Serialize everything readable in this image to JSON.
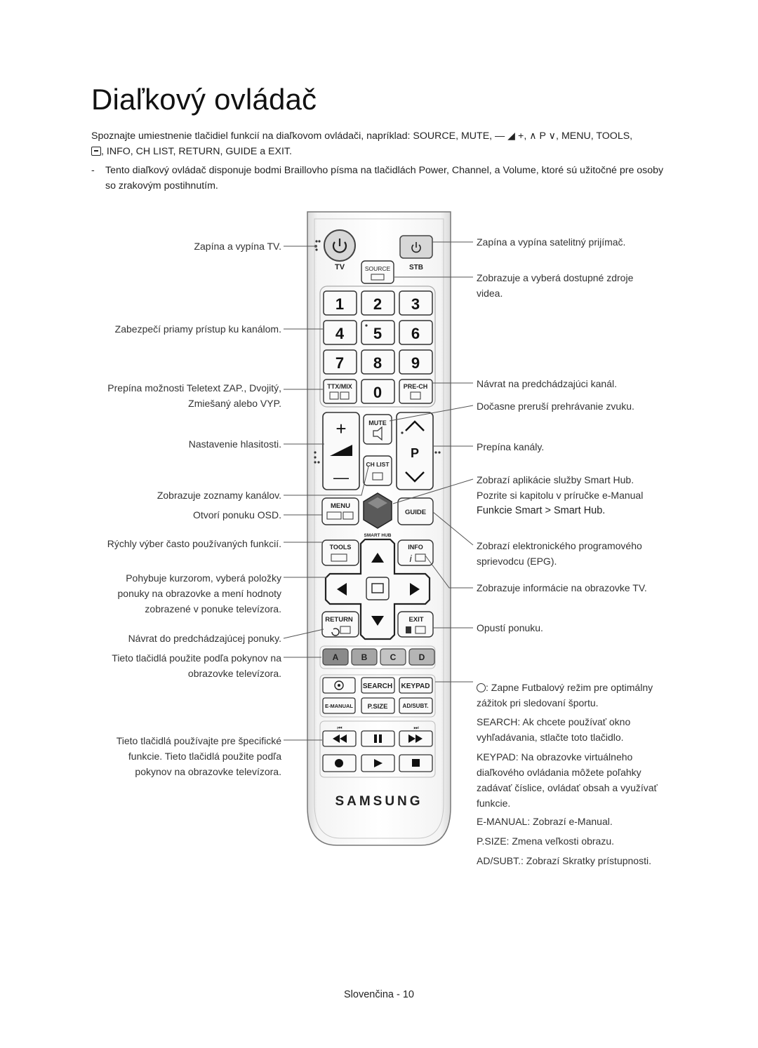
{
  "page": {
    "title": "Diaľkový ovládač",
    "intro_line1": "Spoznajte umiestnenie tlačidiel funkcií na diaľkovom ovládači, napríklad: SOURCE, MUTE, — ◢ +, ∧ P ∨, MENU, TOOLS,",
    "intro_line2": ", INFO, CH LIST, RETURN, GUIDE a EXIT.",
    "note_dash": "-",
    "note": "Tento diaľkový ovládač disponuje bodmi Braillovho písma na tlačidlách Power, Channel, a Volume, ktoré sú užitočné pre osoby so zrakovým postihnutím.",
    "footer": "Slovenčina - 10"
  },
  "left_labels": [
    "Zapína a vypína TV.",
    "Zabezpečí priamy prístup ku kanálom.",
    "Prepína možnosti Teletext ZAP., Dvojitý,",
    "Zmiešaný alebo VYP.",
    "Nastavenie hlasitosti.",
    "Zobrazuje zoznamy kanálov.",
    "Otvorí ponuku OSD.",
    "Rýchly výber často používaných funkcií.",
    "Pohybuje kurzorom, vyberá položky",
    "ponuky na obrazovke a mení hodnoty",
    "zobrazené v ponuke televízora.",
    "Návrat do predchádzajúcej ponuky.",
    "Tieto tlačidlá použite podľa pokynov na",
    "obrazovke televízora.",
    "Tieto tlačidlá používajte pre špecifické",
    "funkcie. Tieto tlačidlá použite podľa",
    "pokynov na obrazovke televízora."
  ],
  "right_labels": {
    "stb_power": "Zapína a vypína satelitný prijímač.",
    "source_1": "Zobrazuje a vyberá dostupné zdroje",
    "source_2": "videa.",
    "prech": "Návrat na predchádzajúci kanál.",
    "mute": "Dočasne preruší prehrávanie zvuku.",
    "channel": "Prepína kanály.",
    "smarthub_1": "Zobrazí aplikácie služby Smart Hub.",
    "smarthub_2": "Pozrite si kapitolu v príručke e-Manual",
    "smarthub_3": "Funkcie Smart > Smart Hub.",
    "guide_1": "Zobrazí elektronického programového",
    "guide_2": "sprievodcu (EPG).",
    "info": "Zobrazuje informácie na obrazovke TV.",
    "exit": "Opustí ponuku.",
    "football_1": ": Zapne Futbalový režim pre optimálny",
    "football_2": "zážitok pri sledovaní športu.",
    "search_1": "SEARCH: Ak chcete používať okno",
    "search_2": "vyhľadávania, stlačte toto tlačidlo.",
    "keypad_1": "KEYPAD: Na obrazovke virtuálneho",
    "keypad_2": "diaľkového ovládania môžete poľahky",
    "keypad_3": "zadávať číslice, ovládať obsah a využívať",
    "keypad_4": "funkcie.",
    "emanual": "E-MANUAL: Zobrazí e-Manual.",
    "psize": "P.SIZE: Zmena veľkosti obrazu.",
    "adsubt": "AD/SUBT.: Zobrazí Skratky prístupnosti."
  },
  "remote": {
    "tv": "TV",
    "source": "SOURCE",
    "stb": "STB",
    "digits": [
      "1",
      "2",
      "3",
      "4",
      "5",
      "6",
      "7",
      "8",
      "9",
      "0"
    ],
    "ttxmix": "TTX/MIX",
    "prech": "PRE-CH",
    "mute": "MUTE",
    "chlist": "CH LIST",
    "p": "P",
    "plus": "+",
    "minus": "—",
    "menu": "MENU",
    "guide": "GUIDE",
    "smart_hub": "SMART HUB",
    "tools": "TOOLS",
    "info": "INFO",
    "return": "RETURN",
    "exit": "EXIT",
    "colors": [
      {
        "label": "A",
        "color": "#8a8a8a"
      },
      {
        "label": "B",
        "color": "#a5a5a5"
      },
      {
        "label": "C",
        "color": "#c4c4c4"
      },
      {
        "label": "D",
        "color": "#b5b5b5"
      }
    ],
    "search": "SEARCH",
    "keypad": "KEYPAD",
    "emanual": "E-MANUAL",
    "psize": "P.SIZE",
    "adsubt": "AD/SUBT.",
    "brand": "SAMSUNG"
  }
}
